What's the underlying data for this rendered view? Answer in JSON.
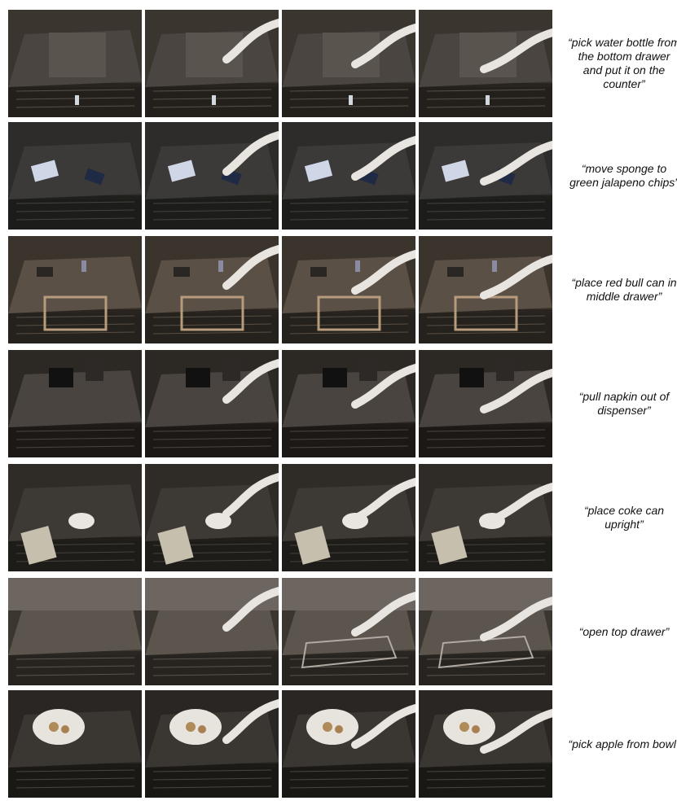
{
  "rows": [
    {
      "caption": "“pick water bottle from the bottom drawer and put it on the counter”",
      "scene": "drawer-bottle"
    },
    {
      "caption": "“move sponge to green jalapeno chips”",
      "scene": "sponge-chips"
    },
    {
      "caption": "“place red bull can in middle drawer”",
      "scene": "redbull-drawer"
    },
    {
      "caption": "“pull napkin out of dispenser”",
      "scene": "napkin"
    },
    {
      "caption": "“place coke can upright”",
      "scene": "coke-upright"
    },
    {
      "caption": "“open top drawer”",
      "scene": "open-drawer"
    },
    {
      "caption": "“pick apple from bowl”",
      "scene": "apple-bowl"
    }
  ]
}
